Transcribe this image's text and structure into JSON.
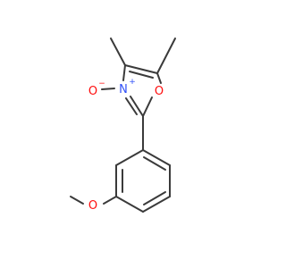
{
  "molecule": {
    "atoms": {
      "n_oxide_o": {
        "symbol": "O",
        "charge": "−",
        "color": "#ff0d0d"
      },
      "ring_n": {
        "symbol": "N",
        "charge": "+",
        "color": "#3050f8"
      },
      "ring_o": {
        "symbol": "O",
        "color": "#ff0d0d"
      },
      "methoxy_o": {
        "symbol": "O",
        "color": "#ff0d0d"
      }
    },
    "bond_color": "#3a3a3a"
  }
}
